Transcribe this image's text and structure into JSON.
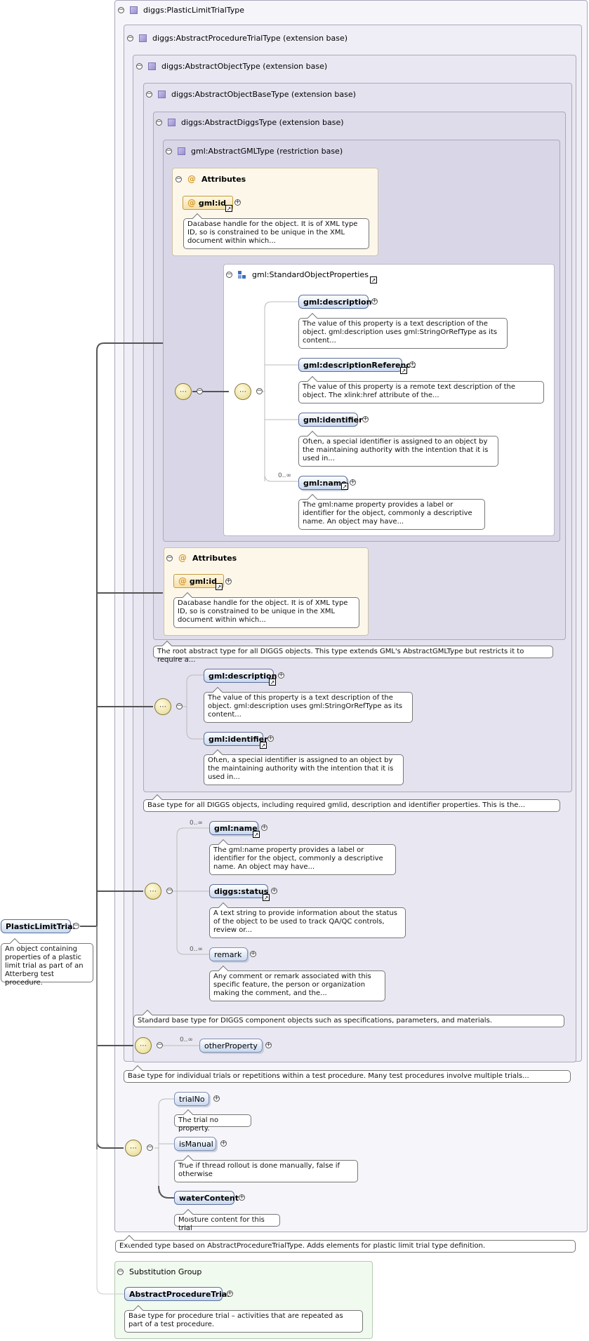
{
  "types": {
    "plastic_limit_trial_type": "diggs:PlasticLimitTrialType",
    "abstract_procedure_trial_type": "diggs:AbstractProcedureTrialType (extension base)",
    "abstract_object_type": "diggs:AbstractObjectType (extension base)",
    "abstract_object_base_type": "diggs:AbstractObjectBaseType (extension base)",
    "abstract_diggs_type": "diggs:AbstractDiggsType (extension base)",
    "abstract_gml_type": "gml:AbstractGMLType (restriction base)",
    "standard_object_properties": "gml:StandardObjectProperties"
  },
  "attributes": {
    "label": "Attributes",
    "gml_id": "gml:id",
    "gml_id_doc": "Database handle for the object. It is of XML type ID, so is constrained to be unique in the XML document within which..."
  },
  "sop": {
    "description": "gml:description",
    "description_doc": "The value of this property is a text description of the object. gml:description uses gml:StringOrRefType as its content...",
    "description_reference": "gml:descriptionReference",
    "description_reference_doc": "The value of this property is a remote text description of the object. The xlink:href attribute of the...",
    "identifier": "gml:identifier",
    "identifier_doc": "Often, a special identifier is assigned to an object by the maintaining authority with the intention that it is used in...",
    "name_card": "0..∞",
    "name": "gml:name",
    "name_doc": "The gml:name property provides a label or identifier for the object, commonly a descriptive name. An object may have..."
  },
  "docs": {
    "abstract_diggs_type": "The root abstract type for all DIGGS objects. This type extends GML's AbstractGMLType but restricts it to require a...",
    "abstract_object_base_type": "Base type for all DIGGS objects, including required gmlid, description and identifier properties. This is the...",
    "abstract_object_type": "Standard base type for DIGGS component objects such as specifications, parameters, and materials.",
    "abstract_procedure_trial_type": "Base type for individual trials or repetitions within a test procedure. Many test procedures involve multiple trials...",
    "plastic_limit_trial_type": "Extended type based on AbstractProcedureTrialType. Adds elements for plastic limit trial type definition."
  },
  "base_seq": {
    "description": "gml:description",
    "description_doc": "The value of this property is a text description of the object. gml:description uses gml:StringOrRefType as its content...",
    "identifier": "gml:identifier",
    "identifier_doc": "Often, a special identifier is assigned to an object by the maintaining authority with the intention that it is used in..."
  },
  "object_seq": {
    "name_card": "0..∞",
    "name": "gml:name",
    "name_doc": "The gml:name property provides a label or identifier for the object, commonly a descriptive name. An object may have...",
    "status": "diggs:status",
    "status_doc": "A text string to provide information about the status of the object to be used to track QA/QC controls, review or...",
    "remark_card": "0..∞",
    "remark": "remark",
    "remark_doc": "Any comment or remark associated with this specific feature, the person or organization making the comment, and the..."
  },
  "trial_seq": {
    "other_property_card": "0..∞",
    "other_property": "otherProperty"
  },
  "plastic_seq": {
    "trial_no": "trialNo",
    "trial_no_doc": "The trial no property.",
    "is_manual": "isManual",
    "is_manual_doc": "True if thread rollout is done manually, false if otherwise",
    "water_content": "waterContent",
    "water_content_doc": "Moisture content for this trial"
  },
  "root": {
    "name": "PlasticLimitTrial",
    "doc": "An object containing properties of a plastic limit trial as part of an Atterberg test procedure."
  },
  "substitution": {
    "label": "Substitution Group",
    "element": "AbstractProcedureTrial",
    "doc": "Base type for procedure trial – activities that are repeated as part of a test procedure."
  },
  "colors": {
    "frame_border": "#a9a9bd",
    "element_fill": "#c8d8f0",
    "attribute_fill": "#f6dfa8",
    "substitution_fill": "#f0faee"
  }
}
